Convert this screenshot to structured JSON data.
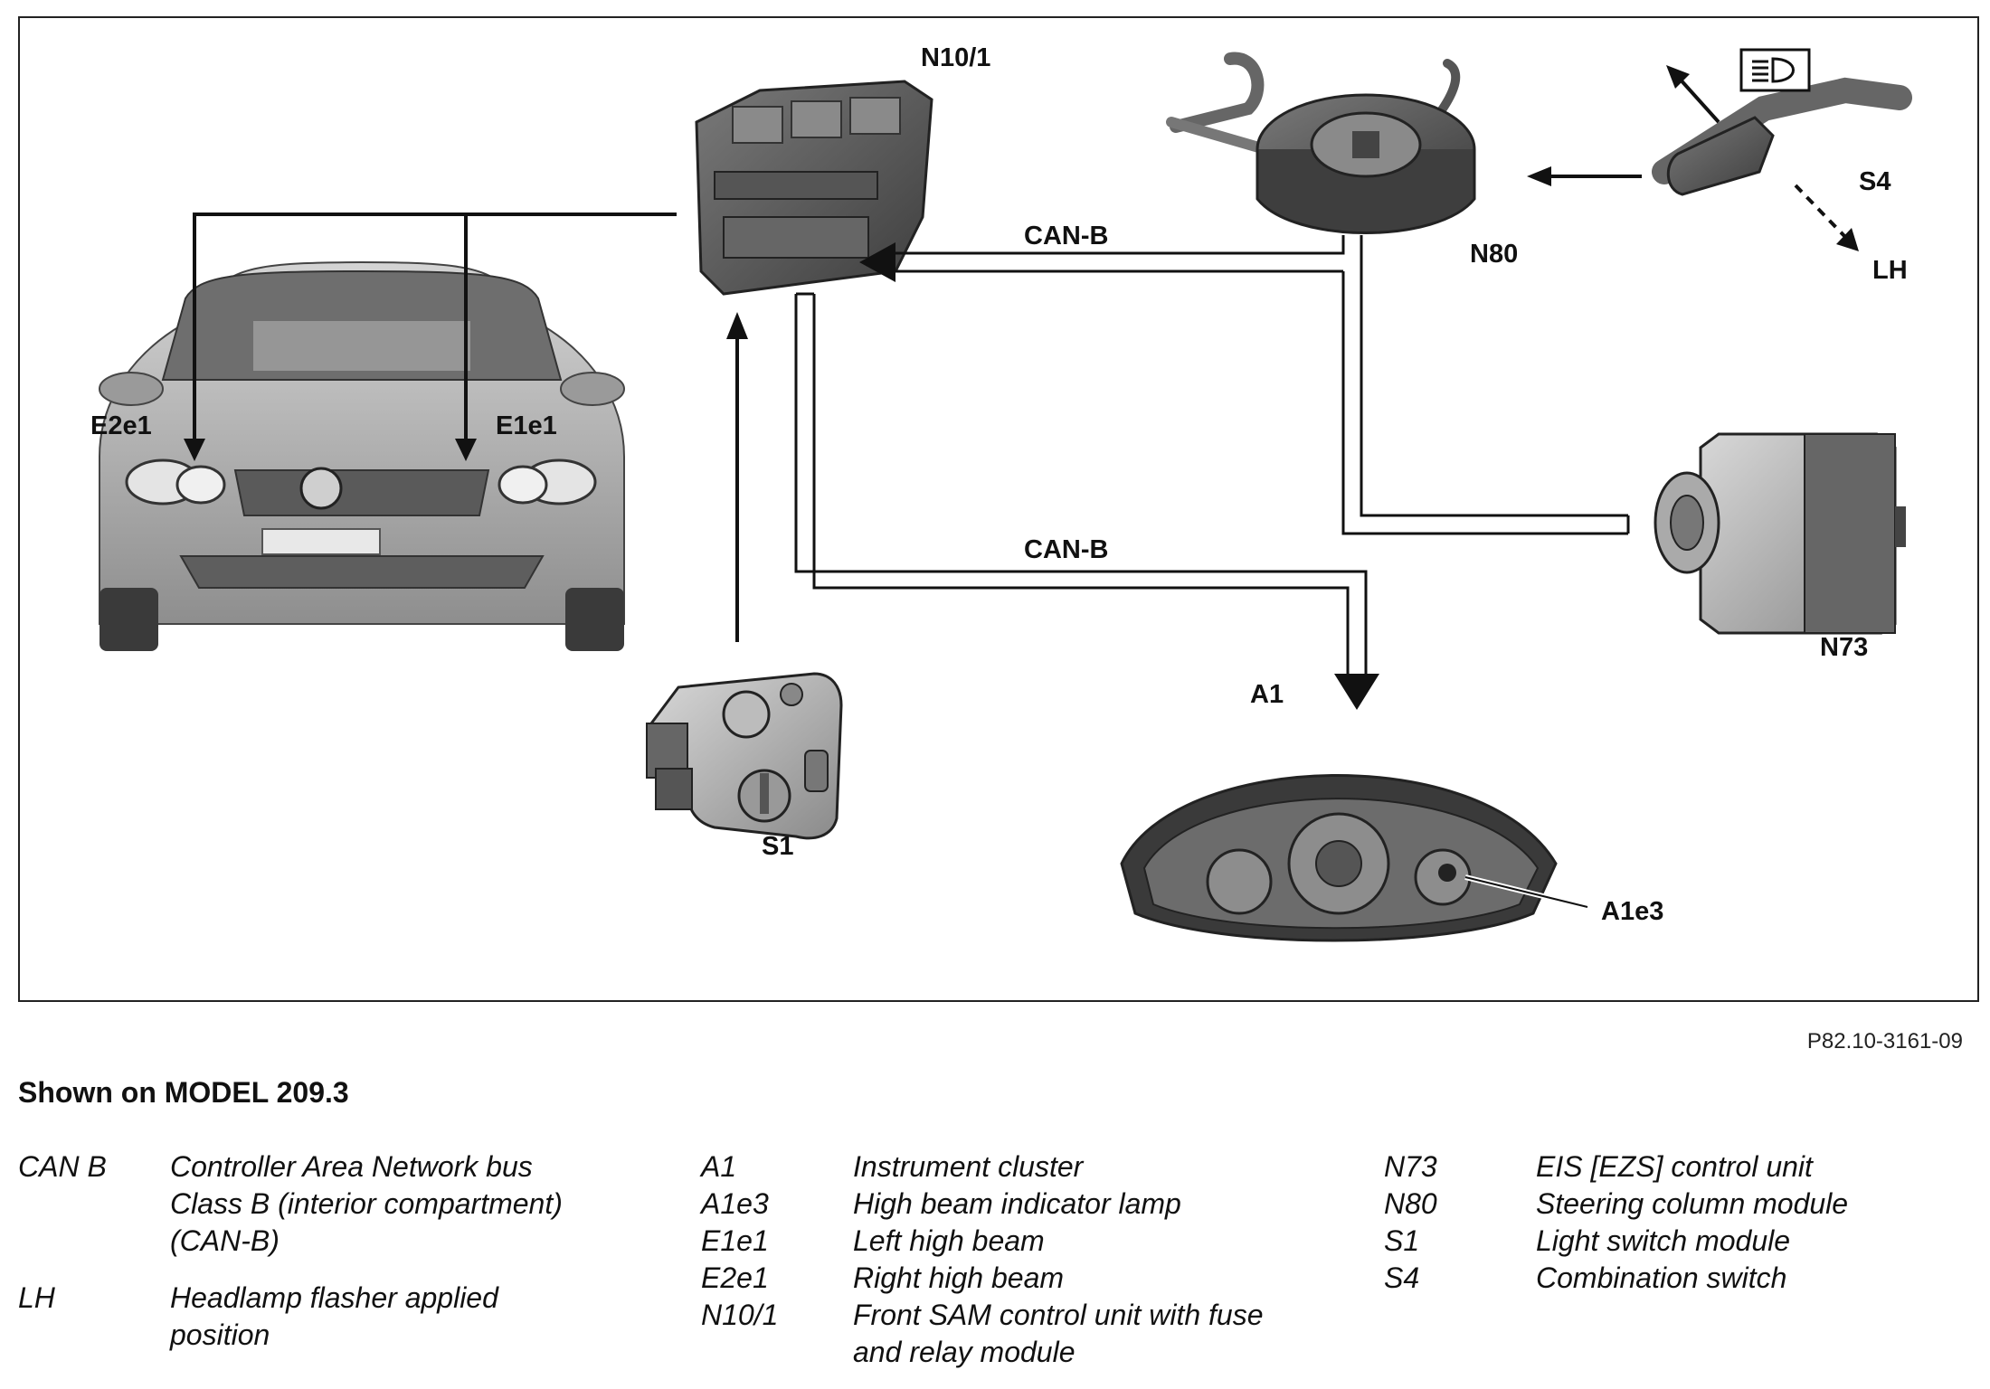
{
  "labels": {
    "n10_1": "N10/1",
    "n80": "N80",
    "s4": "S4",
    "lh": "LH",
    "can_b_top": "CAN-B",
    "can_b_bottom": "CAN-B",
    "e2e1": "E2e1",
    "e1e1": "E1e1",
    "n73": "N73",
    "a1": "A1",
    "s1": "S1",
    "a1e3": "A1e3"
  },
  "figure_code": "P82.10-3161-09",
  "caption": "Shown on MODEL 209.3",
  "legend": {
    "col1": [
      {
        "code": "CAN B",
        "desc": "Controller Area Network bus\nClass B (interior compartment)\n(CAN-B)"
      },
      {
        "code": "LH",
        "desc": "Headlamp flasher applied\nposition"
      }
    ],
    "col2": [
      {
        "code": "A1",
        "desc": "Instrument cluster"
      },
      {
        "code": "A1e3",
        "desc": "High beam indicator lamp"
      },
      {
        "code": "E1e1",
        "desc": "Left high beam"
      },
      {
        "code": "E2e1",
        "desc": "Right high beam"
      },
      {
        "code": "N10/1",
        "desc": "Front SAM control unit with fuse\nand relay module"
      }
    ],
    "col3": [
      {
        "code": "N73",
        "desc": "EIS [EZS] control unit"
      },
      {
        "code": "N80",
        "desc": "Steering column module"
      },
      {
        "code": "S1",
        "desc": "Light switch module"
      },
      {
        "code": "S4",
        "desc": "Combination switch"
      }
    ]
  },
  "colors": {
    "line": "#111111",
    "component_dark": "#5b5b5b",
    "component_mid": "#8c8c8c",
    "car_body": "#a9a9a9"
  }
}
